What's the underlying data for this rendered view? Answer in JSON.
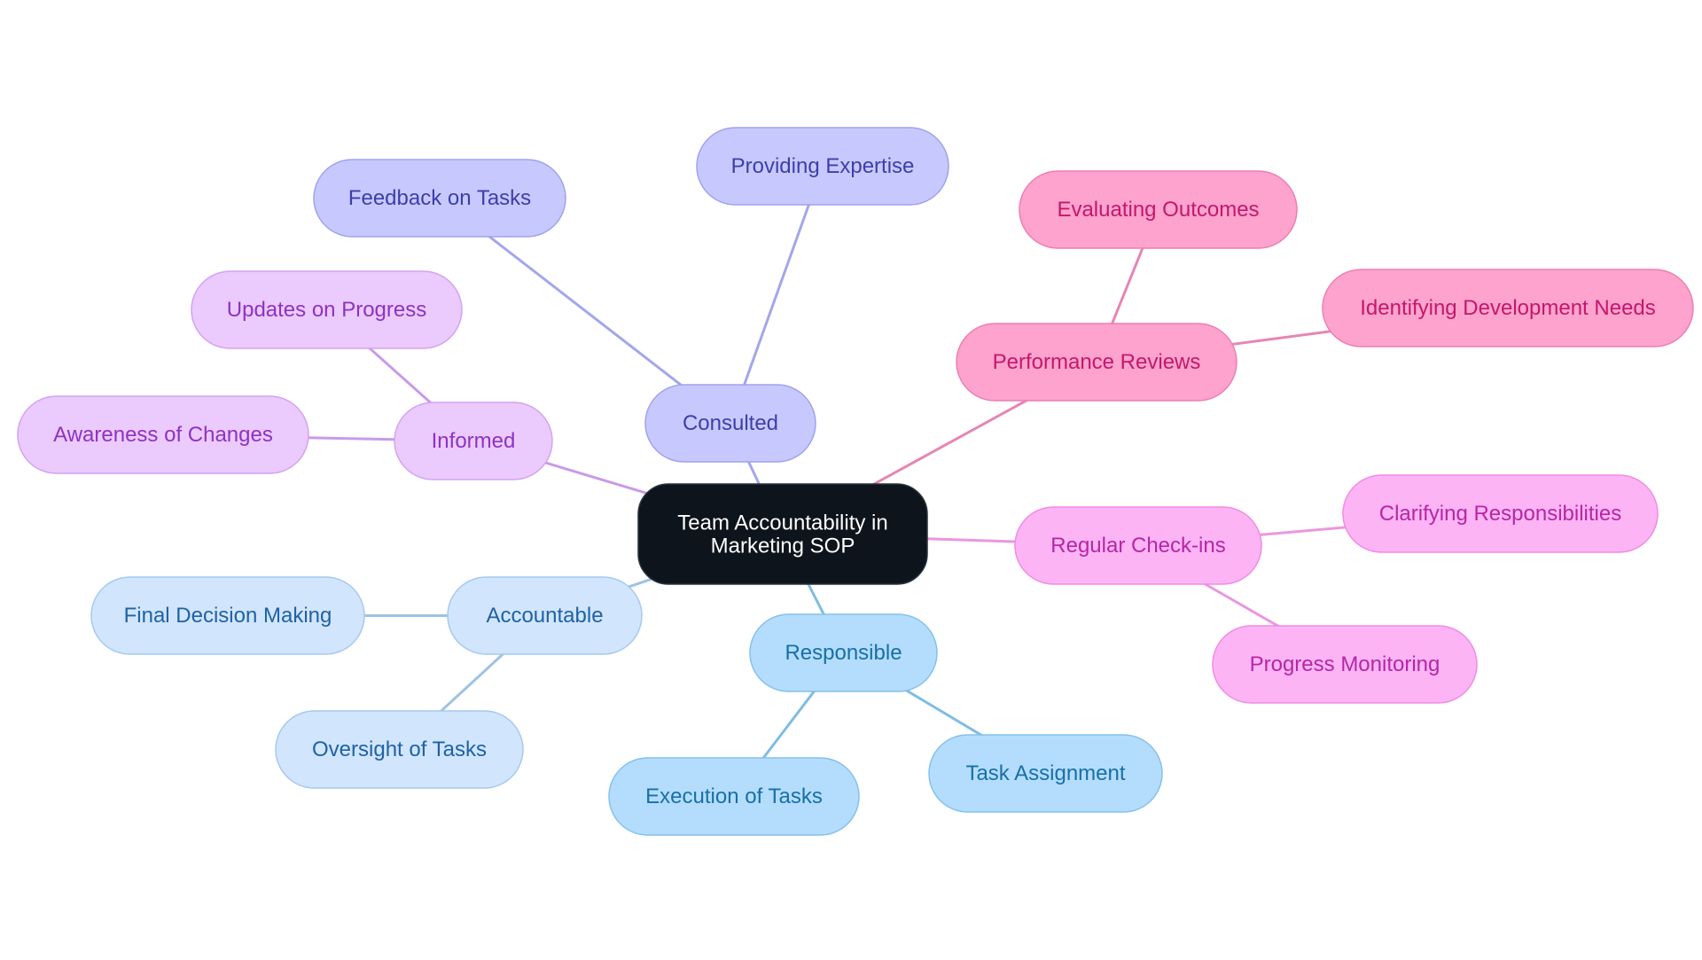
{
  "root": {
    "label_line1": "Team Accountability in",
    "label_line2": "Marketing SOP",
    "fill": "#0d141b",
    "text_color": "#ffffff"
  },
  "branches": [
    {
      "key": "consulted",
      "label": "Consulted",
      "fill": "#c7c9fe",
      "stroke": "#9fa2ee",
      "text_color": "#3c3faa",
      "edge_color": "#a3a6ea",
      "children": [
        {
          "key": "feedback-on-tasks",
          "label": "Feedback on Tasks"
        },
        {
          "key": "providing-expertise",
          "label": "Providing Expertise"
        }
      ]
    },
    {
      "key": "informed",
      "label": "Informed",
      "fill": "#ebcafd",
      "stroke": "#d3a2f3",
      "text_color": "#8d33c1",
      "edge_color": "#c99ae9",
      "children": [
        {
          "key": "updates-on-progress",
          "label": "Updates on Progress"
        },
        {
          "key": "awareness-of-changes",
          "label": "Awareness of Changes"
        }
      ]
    },
    {
      "key": "accountable",
      "label": "Accountable",
      "fill": "#d1e5fd",
      "stroke": "#a6c9ee",
      "text_color": "#1f62a6",
      "edge_color": "#9fc2e3",
      "children": [
        {
          "key": "final-decision-making",
          "label": "Final Decision Making"
        },
        {
          "key": "oversight-of-tasks",
          "label": "Oversight of Tasks"
        }
      ]
    },
    {
      "key": "responsible",
      "label": "Responsible",
      "fill": "#b4ddfd",
      "stroke": "#84c0ec",
      "text_color": "#1770a8",
      "edge_color": "#7fbde3",
      "children": [
        {
          "key": "execution-of-tasks",
          "label": "Execution of Tasks"
        },
        {
          "key": "task-assignment",
          "label": "Task Assignment"
        }
      ]
    },
    {
      "key": "regular-check-ins",
      "label": "Regular Check-ins",
      "fill": "#fdb4f5",
      "stroke": "#f08be3",
      "text_color": "#b626a5",
      "edge_color": "#eb97df",
      "children": [
        {
          "key": "clarifying-responsibilities",
          "label": "Clarifying Responsibilities"
        },
        {
          "key": "progress-monitoring",
          "label": "Progress Monitoring"
        }
      ]
    },
    {
      "key": "performance-reviews",
      "label": "Performance Reviews",
      "fill": "#fea3cd",
      "stroke": "#ec7fb2",
      "text_color": "#c3176e",
      "edge_color": "#e586b4",
      "children": [
        {
          "key": "evaluating-outcomes",
          "label": "Evaluating Outcomes"
        },
        {
          "key": "identifying-development-needs",
          "label": "Identifying Development Needs"
        }
      ]
    }
  ]
}
